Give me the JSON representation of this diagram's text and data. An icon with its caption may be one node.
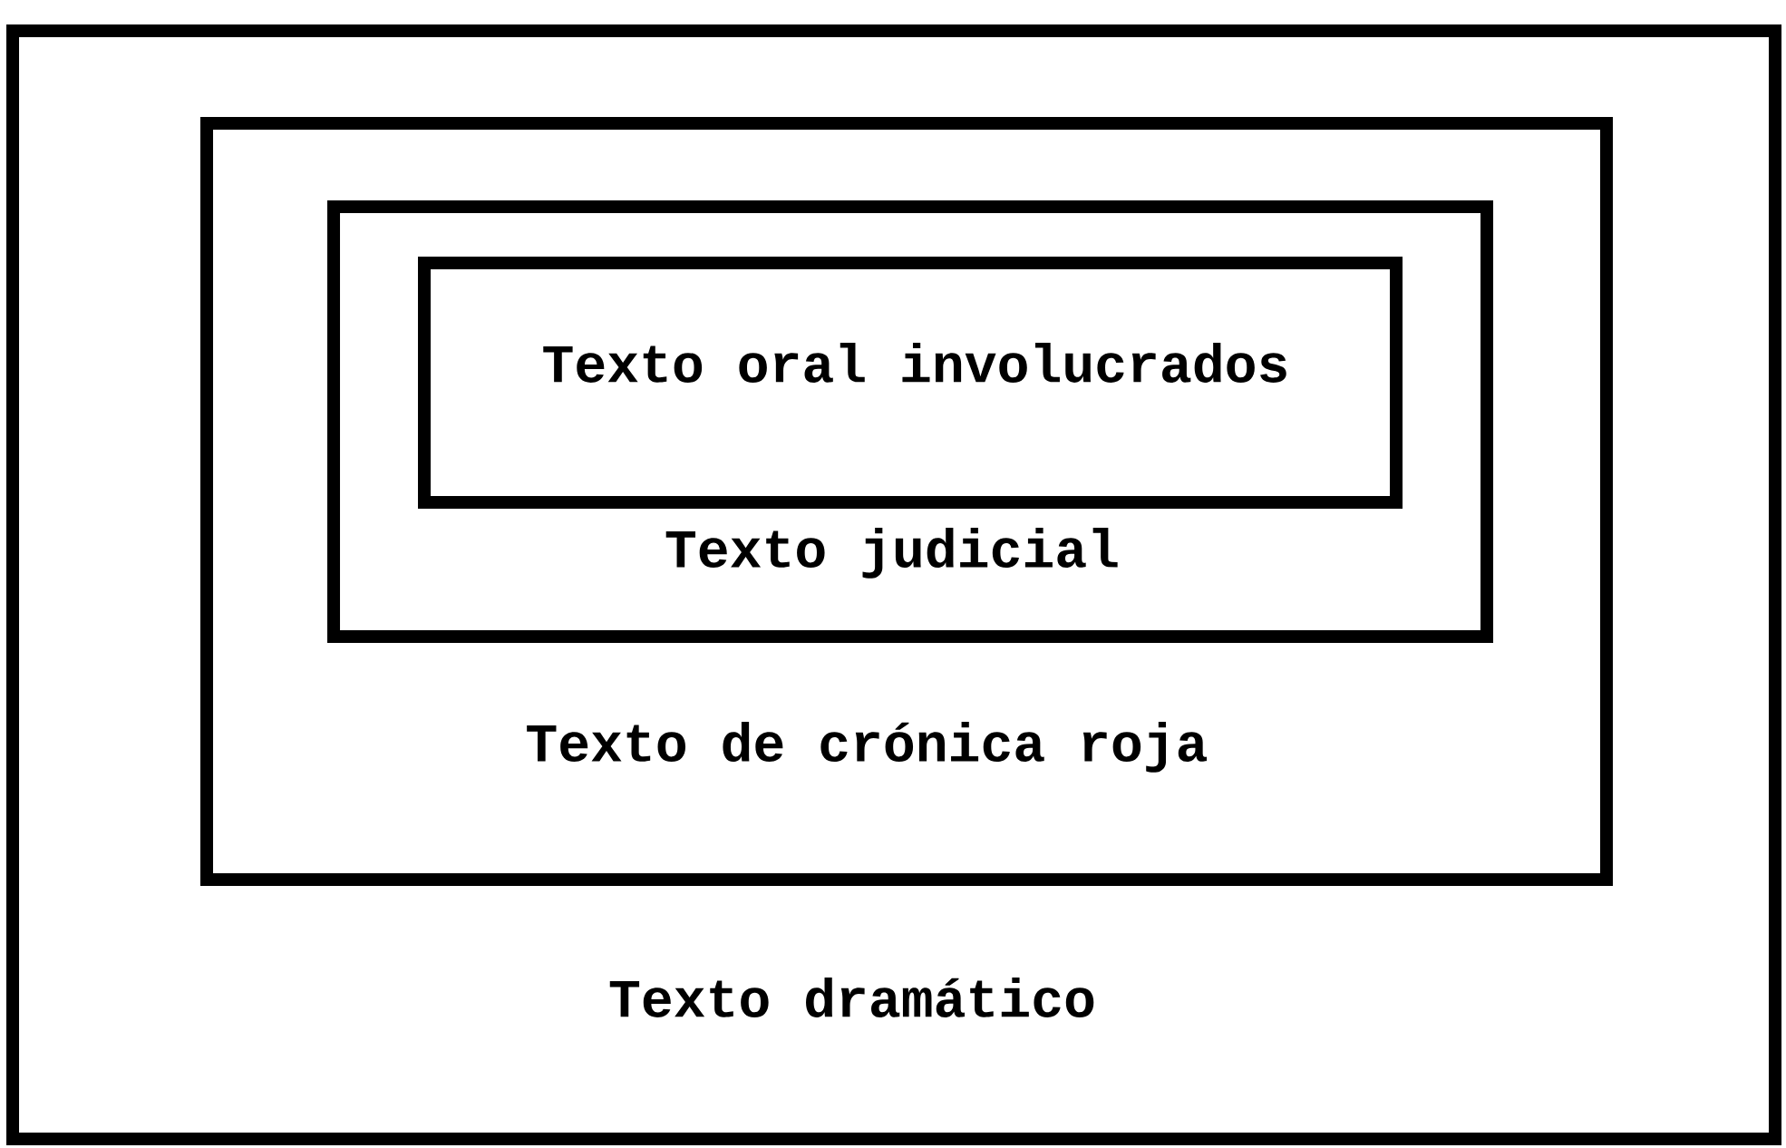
{
  "diagram": {
    "nodes": [
      {
        "text": [
          "Texto dramático"
        ]
      },
      {
        "text": [
          "Texto de crónica roja"
        ],
        "in": 0
      },
      {
        "text": [
          "Texto judicial"
        ],
        "in": 1
      },
      {
        "text": [
          "Texto oral involucrados"
        ],
        "in": 2
      }
    ]
  }
}
